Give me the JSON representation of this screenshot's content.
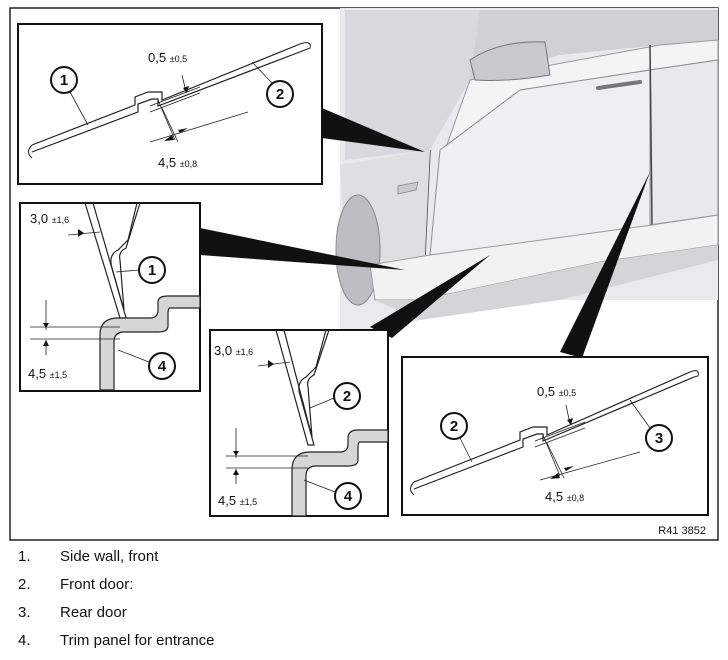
{
  "figure": {
    "reference": "R41 3852",
    "callouts": [
      "1",
      "2",
      "3",
      "4"
    ],
    "dimensions": {
      "gap_flush_a": {
        "value": "0,5",
        "tolerance": "±0,5"
      },
      "gap_width_a": {
        "value": "4,5",
        "tolerance": "±0,8"
      },
      "gap_flush_b": {
        "value": "0,5",
        "tolerance": "±0,5"
      },
      "gap_width_b": {
        "value": "4,5",
        "tolerance": "±0,8"
      },
      "sill_offset_a": {
        "value": "3,0",
        "tolerance": "±1,6"
      },
      "sill_height_a": {
        "value": "4,5",
        "tolerance": "±1,5"
      },
      "sill_offset_b": {
        "value": "3,0",
        "tolerance": "±1,6"
      },
      "sill_height_b": {
        "value": "4,5",
        "tolerance": "±1,5"
      }
    }
  },
  "legend": [
    {
      "number": "1.",
      "label": "Side wall, front"
    },
    {
      "number": "2.",
      "label": "Front door:"
    },
    {
      "number": "3.",
      "label": "Rear door"
    },
    {
      "number": "4.",
      "label": "Trim panel for entrance"
    }
  ]
}
